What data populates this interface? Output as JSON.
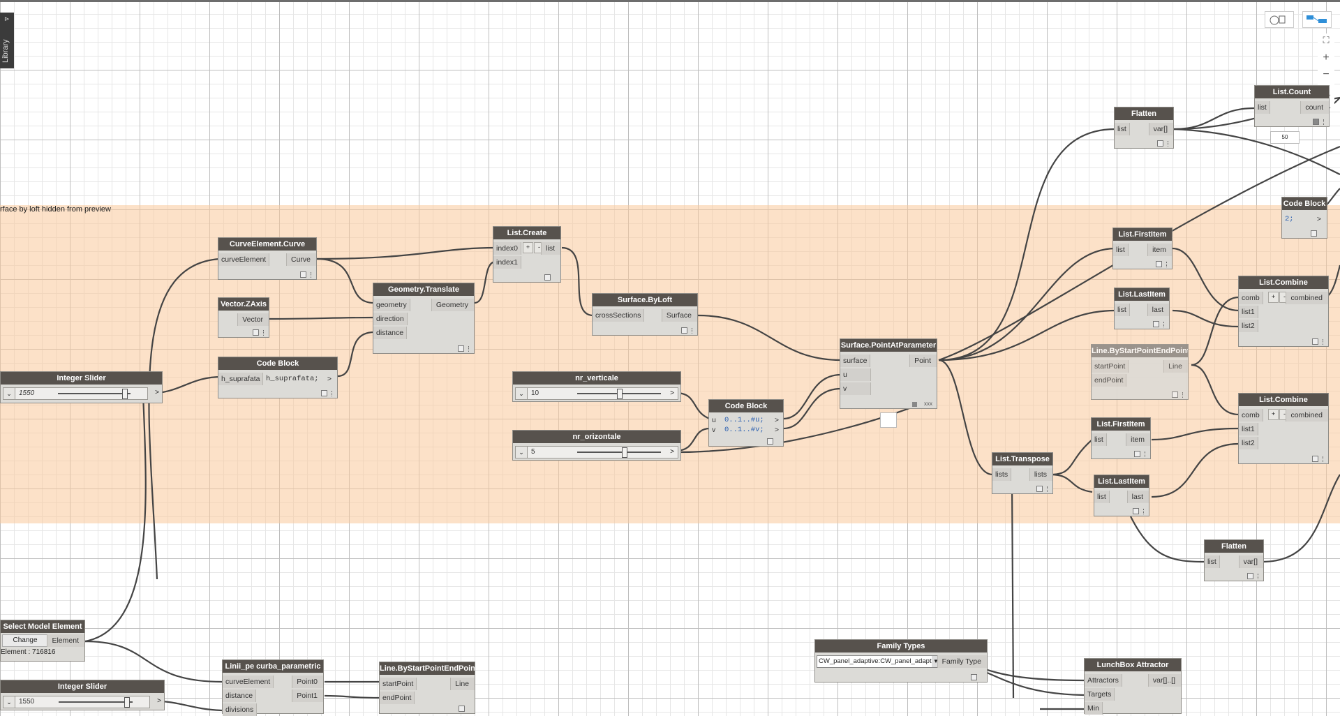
{
  "library": {
    "label": "Library",
    "arrow": "⊳"
  },
  "group": {
    "title": "rface by loft hidden from preview"
  },
  "toolbar": {
    "fit_icon": "⛶",
    "zoom_in": "+",
    "zoom_out": "−",
    "pan_icon": "✥"
  },
  "float_value": "50",
  "nodes": {
    "flatten_top": {
      "title": "Flatten",
      "in": [
        "list"
      ],
      "out": [
        "var[]"
      ]
    },
    "list_count": {
      "title": "List.Count",
      "in": [
        "list"
      ],
      "out": [
        "count"
      ]
    },
    "code_block_right": {
      "title": "Code Block",
      "code": "2;",
      "out": ">"
    },
    "list_firstitem_1": {
      "title": "List.FirstItem",
      "in": [
        "list"
      ],
      "out": [
        "item"
      ]
    },
    "list_lastitem_1": {
      "title": "List.LastItem",
      "in": [
        "list"
      ],
      "out": [
        "last"
      ]
    },
    "list_combine_1": {
      "title": "List.Combine",
      "in": [
        "comb",
        "list1",
        "list2"
      ],
      "out": [
        "combined"
      ],
      "plus": "+",
      "minus": "-"
    },
    "line_bsp_1": {
      "title": "Line.ByStartPointEndPoint",
      "in": [
        "startPoint",
        "endPoint"
      ],
      "out": [
        "Line"
      ]
    },
    "list_combine_2": {
      "title": "List.Combine",
      "in": [
        "comb",
        "list1",
        "list2"
      ],
      "out": [
        "combined"
      ],
      "plus": "+",
      "minus": "-"
    },
    "list_firstitem_2": {
      "title": "List.FirstItem",
      "in": [
        "list"
      ],
      "out": [
        "item"
      ]
    },
    "list_lastitem_2": {
      "title": "List.LastItem",
      "in": [
        "list"
      ],
      "out": [
        "last"
      ]
    },
    "list_transpose": {
      "title": "List.Transpose",
      "in": [
        "lists"
      ],
      "out": [
        "lists"
      ]
    },
    "flatten_bottom": {
      "title": "Flatten",
      "in": [
        "list"
      ],
      "out": [
        "var[]"
      ]
    },
    "surface_pap": {
      "title": "Surface.PointAtParameter",
      "in": [
        "surface",
        "u",
        "v"
      ],
      "out": [
        "Point"
      ],
      "lacing": "xxx"
    },
    "surface_byloft": {
      "title": "Surface.ByLoft",
      "in": [
        "crossSections"
      ],
      "out": [
        "Surface"
      ]
    },
    "list_create": {
      "title": "List.Create",
      "in": [
        "index0",
        "index1"
      ],
      "out": [
        "list"
      ],
      "plus": "+",
      "minus": "-"
    },
    "curve_element": {
      "title": "CurveElement.Curve",
      "in": [
        "curveElement"
      ],
      "out": [
        "Curve"
      ]
    },
    "geometry_translate": {
      "title": "Geometry.Translate",
      "in": [
        "geometry",
        "direction",
        "distance"
      ],
      "out": [
        "Geometry"
      ]
    },
    "vector_zaxis": {
      "title": "Vector.ZAxis",
      "out": [
        "Vector"
      ]
    },
    "code_block_h": {
      "title": "Code Block",
      "in": [
        "h_suprafata"
      ],
      "code": "h_suprafata;",
      "out": ">"
    },
    "integer_slider_1": {
      "title": "Integer Slider",
      "value": "1550",
      "dd": "⌄",
      "btn": ">"
    },
    "nr_verticale": {
      "title": "nr_verticale",
      "value": "10",
      "dd": "⌄",
      "btn": ">"
    },
    "nr_orizontale": {
      "title": "nr_orizontale",
      "value": "5",
      "dd": "⌄",
      "btn": ">"
    },
    "code_block_uv": {
      "title": "Code Block",
      "in": [
        "u",
        "v"
      ],
      "lines": [
        "0..1..#u;",
        "0..1..#v;"
      ],
      "out": [
        ">",
        ">"
      ]
    },
    "select_model": {
      "title": "Select Model Element",
      "button": "Change",
      "out": [
        "Element"
      ],
      "status": "Element : 716816"
    },
    "integer_slider_2": {
      "title": "Integer Slider",
      "value": "1550",
      "dd": "⌄",
      "btn": ">"
    },
    "linii_pe_curba": {
      "title": "Linii_pe curba_parametric",
      "in": [
        "curveElement",
        "distance",
        "divisions"
      ],
      "out": [
        "Point0",
        "Point1"
      ]
    },
    "line_bsp_2": {
      "title": "Line.ByStartPointEndPoint",
      "in": [
        "startPoint",
        "endPoint"
      ],
      "out": [
        "Line"
      ]
    },
    "family_types": {
      "title": "Family Types",
      "value": "CW_panel_adaptive:CW_panel_adaptive",
      "out": [
        "Family Type"
      ]
    },
    "lunchbox": {
      "title": "LunchBox Attractor",
      "in": [
        "Attractors",
        "Targets",
        "Min"
      ],
      "out": [
        "var[]..[]"
      ]
    }
  },
  "colors": {
    "node_header": "#57524d",
    "node_body": "#dcdbd7",
    "group": "#fac89b",
    "wire": "#444444",
    "code_number": "#2a5fb0"
  }
}
